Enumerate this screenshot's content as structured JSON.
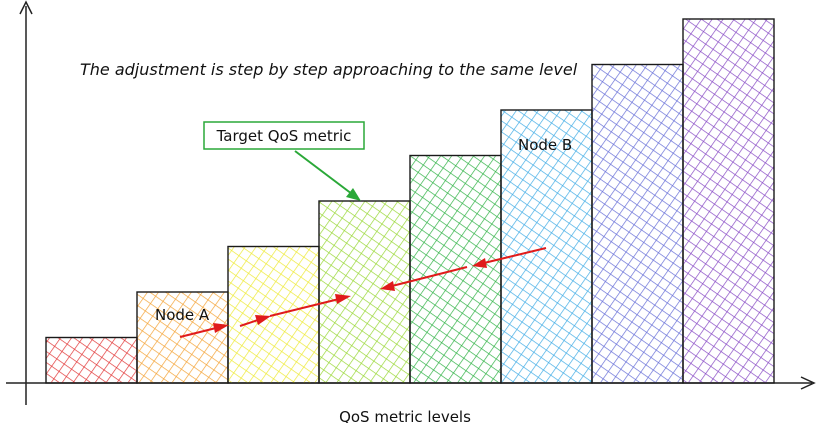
{
  "caption": "The adjustment is step by step approaching to the same level",
  "x_axis_label": "QoS metric levels",
  "target_label": "Target QoS metric",
  "node_a_label": "Node A",
  "node_b_label": "Node B",
  "levels": [
    1,
    2,
    3,
    4,
    5,
    6,
    7,
    8
  ],
  "colors": {
    "bars": [
      "#e23b3b",
      "#f4a53a",
      "#eeea3a",
      "#9bd83a",
      "#35b44a",
      "#45aee6",
      "#6a72d8",
      "#8a4ec6"
    ],
    "arrow_red": "#e01b1b",
    "arrow_green": "#2aa838",
    "target_box_border": "#2aa838",
    "axis": "#222222"
  }
}
